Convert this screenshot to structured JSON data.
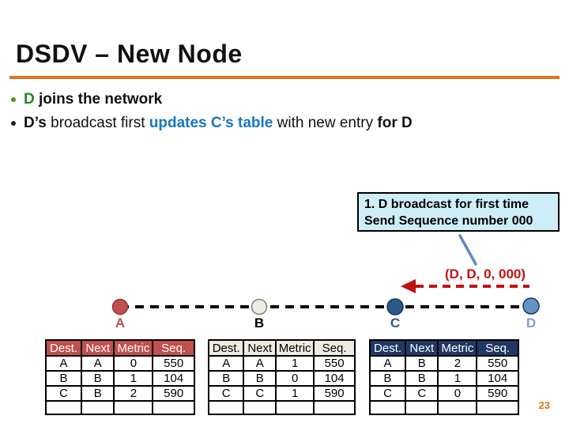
{
  "slide": {
    "title": "DSDV – New Node",
    "page_number": "23"
  },
  "bullets": {
    "b1": {
      "lead": "D",
      "rest": " joins the network"
    },
    "b2": {
      "lead": "D’s",
      "mid1": " broadcast first ",
      "highlight": "updates C’s table",
      "mid2": " with new entry ",
      "tail": "for D"
    }
  },
  "callout": {
    "line1": "1. D broadcast for first time",
    "line2": "Send Sequence number 000"
  },
  "broadcast_label": "(D, D, 0, 000)",
  "nodes": [
    {
      "id": "A",
      "label": "A",
      "fill": "#C0504D",
      "stroke": "#943634",
      "label_color": "#C0504D"
    },
    {
      "id": "B",
      "label": "B",
      "fill": "#EEECE1",
      "stroke": "#7F7F7F",
      "label_color": "#000000"
    },
    {
      "id": "C",
      "label": "C",
      "fill": "#2D5986",
      "stroke": "#17375E",
      "label_color": "#2D5986"
    },
    {
      "id": "D",
      "label": "D",
      "fill": "#6494C6",
      "stroke": "#17375E",
      "label_color": "#7AA0D4"
    }
  ],
  "tables": [
    {
      "owner": "A",
      "header_bg": "#C0504D",
      "header_fg": "#FFFFFF",
      "headers": [
        "Dest.",
        "Next",
        "Metric",
        "Seq."
      ],
      "rows": [
        [
          "A",
          "A",
          "0",
          "550"
        ],
        [
          "B",
          "B",
          "1",
          "104"
        ],
        [
          "C",
          "B",
          "2",
          "590"
        ],
        [
          "",
          "",
          "",
          ""
        ]
      ]
    },
    {
      "owner": "B",
      "header_bg": "#EEECE1",
      "header_fg": "#000000",
      "headers": [
        "Dest.",
        "Next",
        "Metric",
        "Seq."
      ],
      "rows": [
        [
          "A",
          "A",
          "1",
          "550"
        ],
        [
          "B",
          "B",
          "0",
          "104"
        ],
        [
          "C",
          "C",
          "1",
          "590"
        ],
        [
          "",
          "",
          "",
          ""
        ]
      ]
    },
    {
      "owner": "C",
      "header_bg": "#1F3864",
      "header_fg": "#FFFFFF",
      "headers": [
        "Dest.",
        "Next",
        "Metric",
        "Seq."
      ],
      "rows": [
        [
          "A",
          "B",
          "2",
          "550"
        ],
        [
          "B",
          "B",
          "1",
          "104"
        ],
        [
          "C",
          "C",
          "0",
          "590"
        ],
        [
          "",
          "",
          "",
          ""
        ]
      ]
    }
  ],
  "colors": {
    "accent_orange": "#DD7621",
    "green_text": "#218A21",
    "blue_text": "#1B75BC",
    "red_accent": "#C21212",
    "callout_bg": "#CDEEF7",
    "leader_line": "#5C8AC0",
    "link_line": "#000000",
    "page_number_orange": "#E0771F"
  }
}
